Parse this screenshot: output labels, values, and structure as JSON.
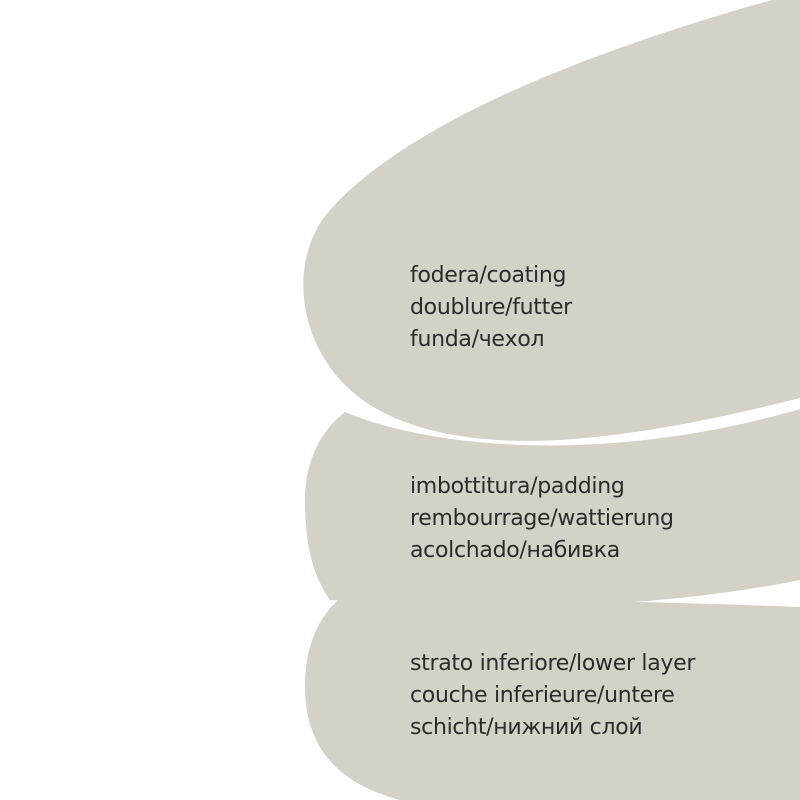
{
  "colors": {
    "background": "#ffffff",
    "layer_fill": "#d4d1c7",
    "text": "#2b2b2b"
  },
  "layers": [
    {
      "lines": [
        "fodera/coating",
        "doublure/futter",
        "funda/чехол"
      ]
    },
    {
      "lines": [
        "imbottitura/padding",
        "rembourrage/wattierung",
        "acolchado/набивка"
      ]
    },
    {
      "lines": [
        "strato inferiore/lower layer",
        "couche inferieure/untere",
        "schicht/нижний слой"
      ]
    }
  ]
}
